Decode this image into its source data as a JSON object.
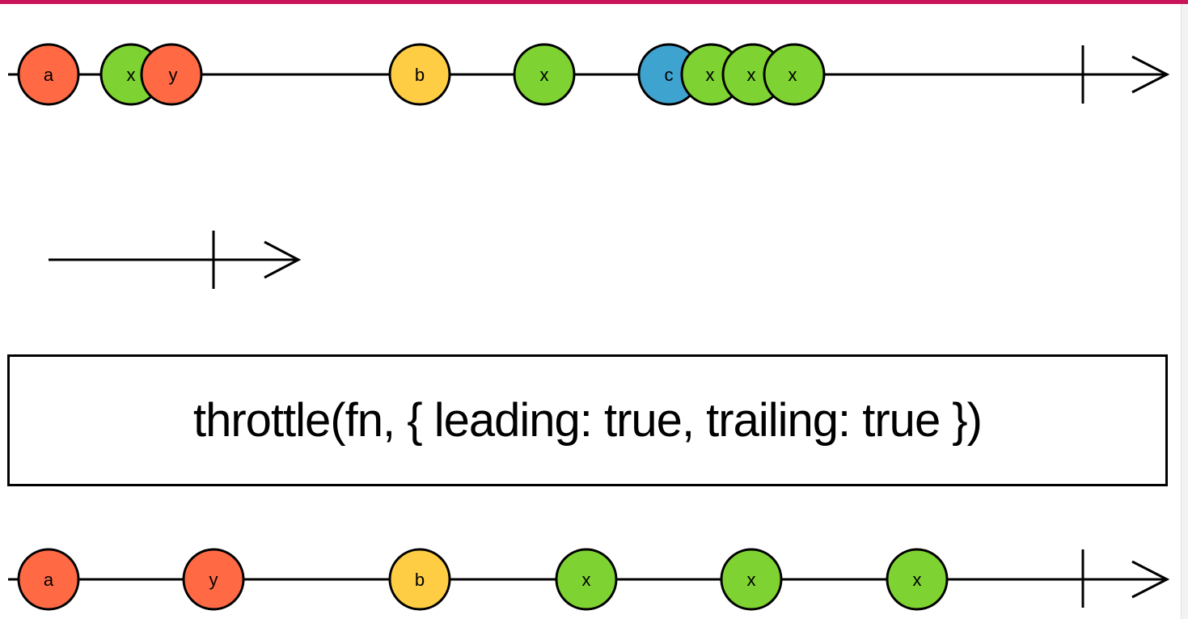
{
  "title": "throttle(fn, { leading: true, trailing: true })",
  "colors": {
    "top_bar": "#c8155a",
    "red": "#ff6a45",
    "green": "#7ed332",
    "yellow": "#ffcd44",
    "blue": "#3fa3cf"
  },
  "input_stream": {
    "marbles": [
      {
        "label": "a",
        "color": "red"
      },
      {
        "label": "x",
        "color": "green"
      },
      {
        "label": "y",
        "color": "red"
      },
      {
        "label": "b",
        "color": "yellow"
      },
      {
        "label": "x",
        "color": "green"
      },
      {
        "label": "c",
        "color": "blue"
      },
      {
        "label": "x",
        "color": "green"
      },
      {
        "label": "x",
        "color": "green"
      },
      {
        "label": "x",
        "color": "green"
      }
    ],
    "completes": true
  },
  "notifier_stream": {
    "marbles": [],
    "completes": true
  },
  "operator": {
    "label": "throttle(fn, { leading: true, trailing: true })"
  },
  "output_stream": {
    "marbles": [
      {
        "label": "a",
        "color": "red"
      },
      {
        "label": "y",
        "color": "red"
      },
      {
        "label": "b",
        "color": "yellow"
      },
      {
        "label": "x",
        "color": "green"
      },
      {
        "label": "x",
        "color": "green"
      },
      {
        "label": "x",
        "color": "green"
      }
    ],
    "completes": true
  }
}
